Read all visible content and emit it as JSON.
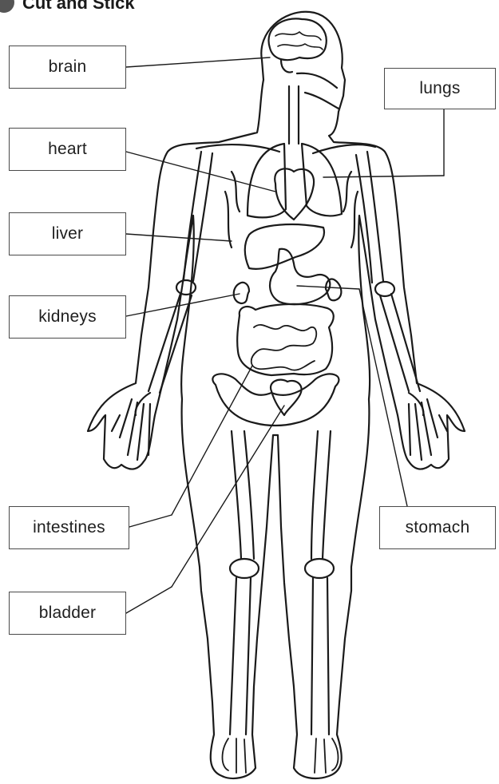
{
  "header": {
    "title": "Cut and Stick"
  },
  "labels": {
    "brain": "brain",
    "lungs": "lungs",
    "heart": "heart",
    "liver": "liver",
    "kidneys": "kidneys",
    "intestines": "intestines",
    "stomach": "stomach",
    "bladder": "bladder"
  },
  "colors": {
    "outline": "#1a1a1a",
    "bone_fill": "#ffffff",
    "organ_fill": "#ffffff",
    "label_border": "#4a4a4a"
  }
}
